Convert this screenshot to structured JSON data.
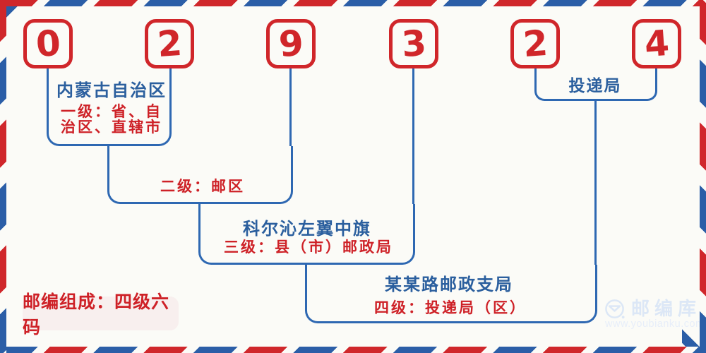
{
  "postal_code": {
    "value": "029324",
    "digits": [
      "0",
      "2",
      "9",
      "3",
      "2",
      "4"
    ]
  },
  "annotations": {
    "level1": {
      "region": "内蒙古自治区",
      "desc_line1": "一级：省、自",
      "desc_line2": "治区、直辖市"
    },
    "level2": {
      "desc": "二级：邮区"
    },
    "level3": {
      "region": "科尔沁左翼中旗",
      "desc": "三级：县（市）邮政局"
    },
    "level4": {
      "region": "某某路邮政支局",
      "desc": "四级：投递局（区）"
    },
    "delivery_office": {
      "label": "投递局"
    }
  },
  "badge": {
    "text": "邮编组成：四级六码"
  },
  "watermark": {
    "brand": "邮编库",
    "url": "www.youbianku.com",
    "icon": "envelope-in-circle-icon"
  },
  "colors": {
    "digit_red": "#d0262a",
    "red_text": "#ce2127",
    "blue_text": "#2b5f9e",
    "blue_line": "#2e68b2",
    "border_red": "#d0272b",
    "border_blue": "#2b5ea7",
    "badge_bg": "#f8efee",
    "background": "#fbfbf7",
    "watermark_blue": "#dce7f6"
  }
}
